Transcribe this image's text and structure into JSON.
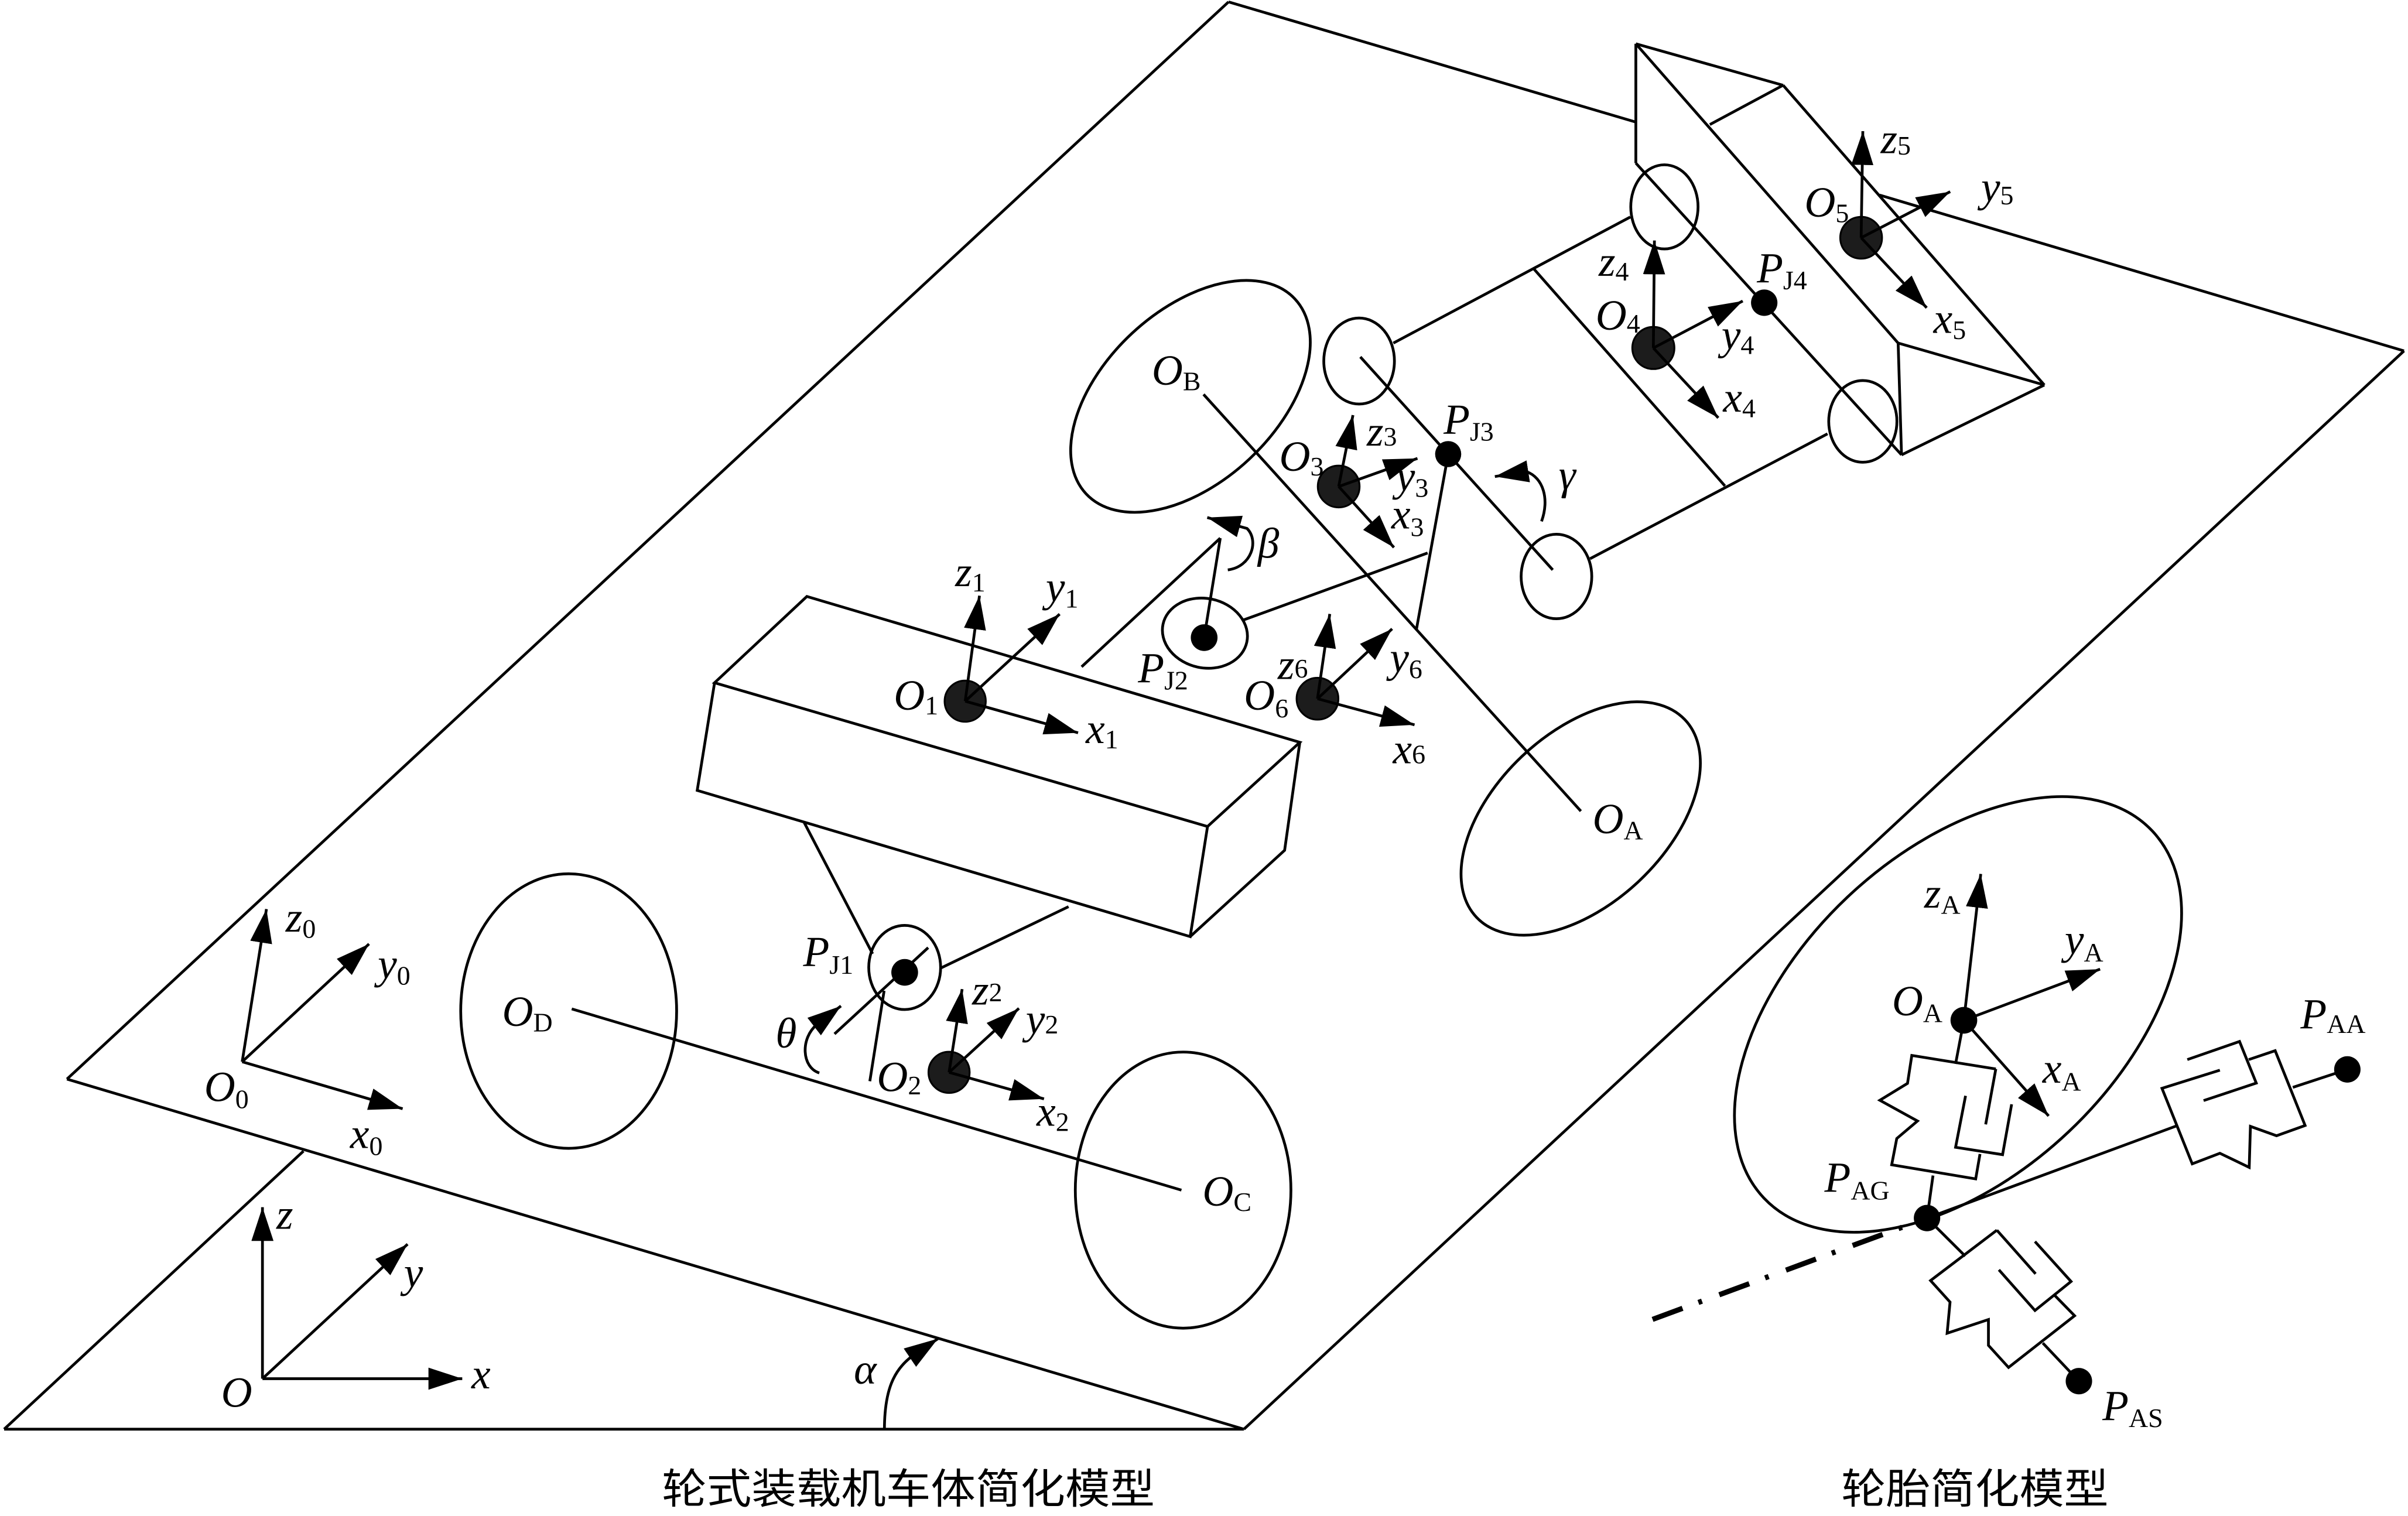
{
  "colors": {
    "line": "#000000",
    "origin": "#1c1c1c",
    "background": "#ffffff"
  },
  "captions": {
    "vehicle_body_model": "轮式装载机车体简化模型",
    "tire_model": "轮胎简化模型"
  },
  "labels": {
    "world_O": {
      "main": "O"
    },
    "world_x": {
      "main": "x"
    },
    "world_y": {
      "main": "y"
    },
    "world_z": {
      "main": "z"
    },
    "O0": {
      "main": "O",
      "sub": "0"
    },
    "x0": {
      "main": "x",
      "sub": "0"
    },
    "y0": {
      "main": "y",
      "sub": "0"
    },
    "z0": {
      "main": "z",
      "sub": "0"
    },
    "OD": {
      "main": "O",
      "sub": "D"
    },
    "OC": {
      "main": "O",
      "sub": "C"
    },
    "OB": {
      "main": "O",
      "sub": "B"
    },
    "OA": {
      "main": "O",
      "sub": "A"
    },
    "alpha": {
      "main": "α"
    },
    "theta": {
      "main": "θ"
    },
    "beta": {
      "main": "β"
    },
    "gamma": {
      "main": "γ"
    },
    "PJ1": {
      "main": "P",
      "sub": "J1"
    },
    "PJ2": {
      "main": "P",
      "sub": "J2"
    },
    "PJ3": {
      "main": "P",
      "sub": "J3"
    },
    "PJ4": {
      "main": "P",
      "sub": "J4"
    },
    "O1": {
      "main": "O",
      "sub": "1"
    },
    "x1": {
      "main": "x",
      "sub": "1"
    },
    "y1": {
      "main": "y",
      "sub": "1"
    },
    "z1": {
      "main": "z",
      "sub": "1"
    },
    "O2": {
      "main": "O",
      "sub": "2"
    },
    "x2": {
      "main": "x",
      "sub": "2"
    },
    "y2": {
      "main": "y",
      "sub": "2"
    },
    "z2": {
      "main": "z",
      "sub": "2"
    },
    "O3": {
      "main": "O",
      "sub": "3"
    },
    "x3": {
      "main": "x",
      "sub": "3"
    },
    "y3": {
      "main": "y",
      "sub": "3"
    },
    "z3": {
      "main": "z",
      "sub": "3"
    },
    "O4": {
      "main": "O",
      "sub": "4"
    },
    "x4": {
      "main": "x",
      "sub": "4"
    },
    "y4": {
      "main": "y",
      "sub": "4"
    },
    "z4": {
      "main": "z",
      "sub": "4"
    },
    "O5": {
      "main": "O",
      "sub": "5"
    },
    "x5": {
      "main": "x",
      "sub": "5"
    },
    "y5": {
      "main": "y",
      "sub": "5"
    },
    "z5": {
      "main": "z",
      "sub": "5"
    },
    "O6": {
      "main": "O",
      "sub": "6"
    },
    "x6": {
      "main": "x",
      "sub": "6"
    },
    "y6": {
      "main": "y",
      "sub": "6"
    },
    "z6": {
      "main": "z",
      "sub": "6"
    },
    "tire_OA": {
      "main": "O",
      "sub": "A"
    },
    "tire_xA": {
      "main": "x",
      "sub": "A"
    },
    "tire_yA": {
      "main": "y",
      "sub": "A"
    },
    "tire_zA": {
      "main": "z",
      "sub": "A"
    },
    "PAG": {
      "main": "P",
      "sub": "AG"
    },
    "PAA": {
      "main": "P",
      "sub": "AA"
    },
    "PAS": {
      "main": "P",
      "sub": "AS"
    }
  }
}
